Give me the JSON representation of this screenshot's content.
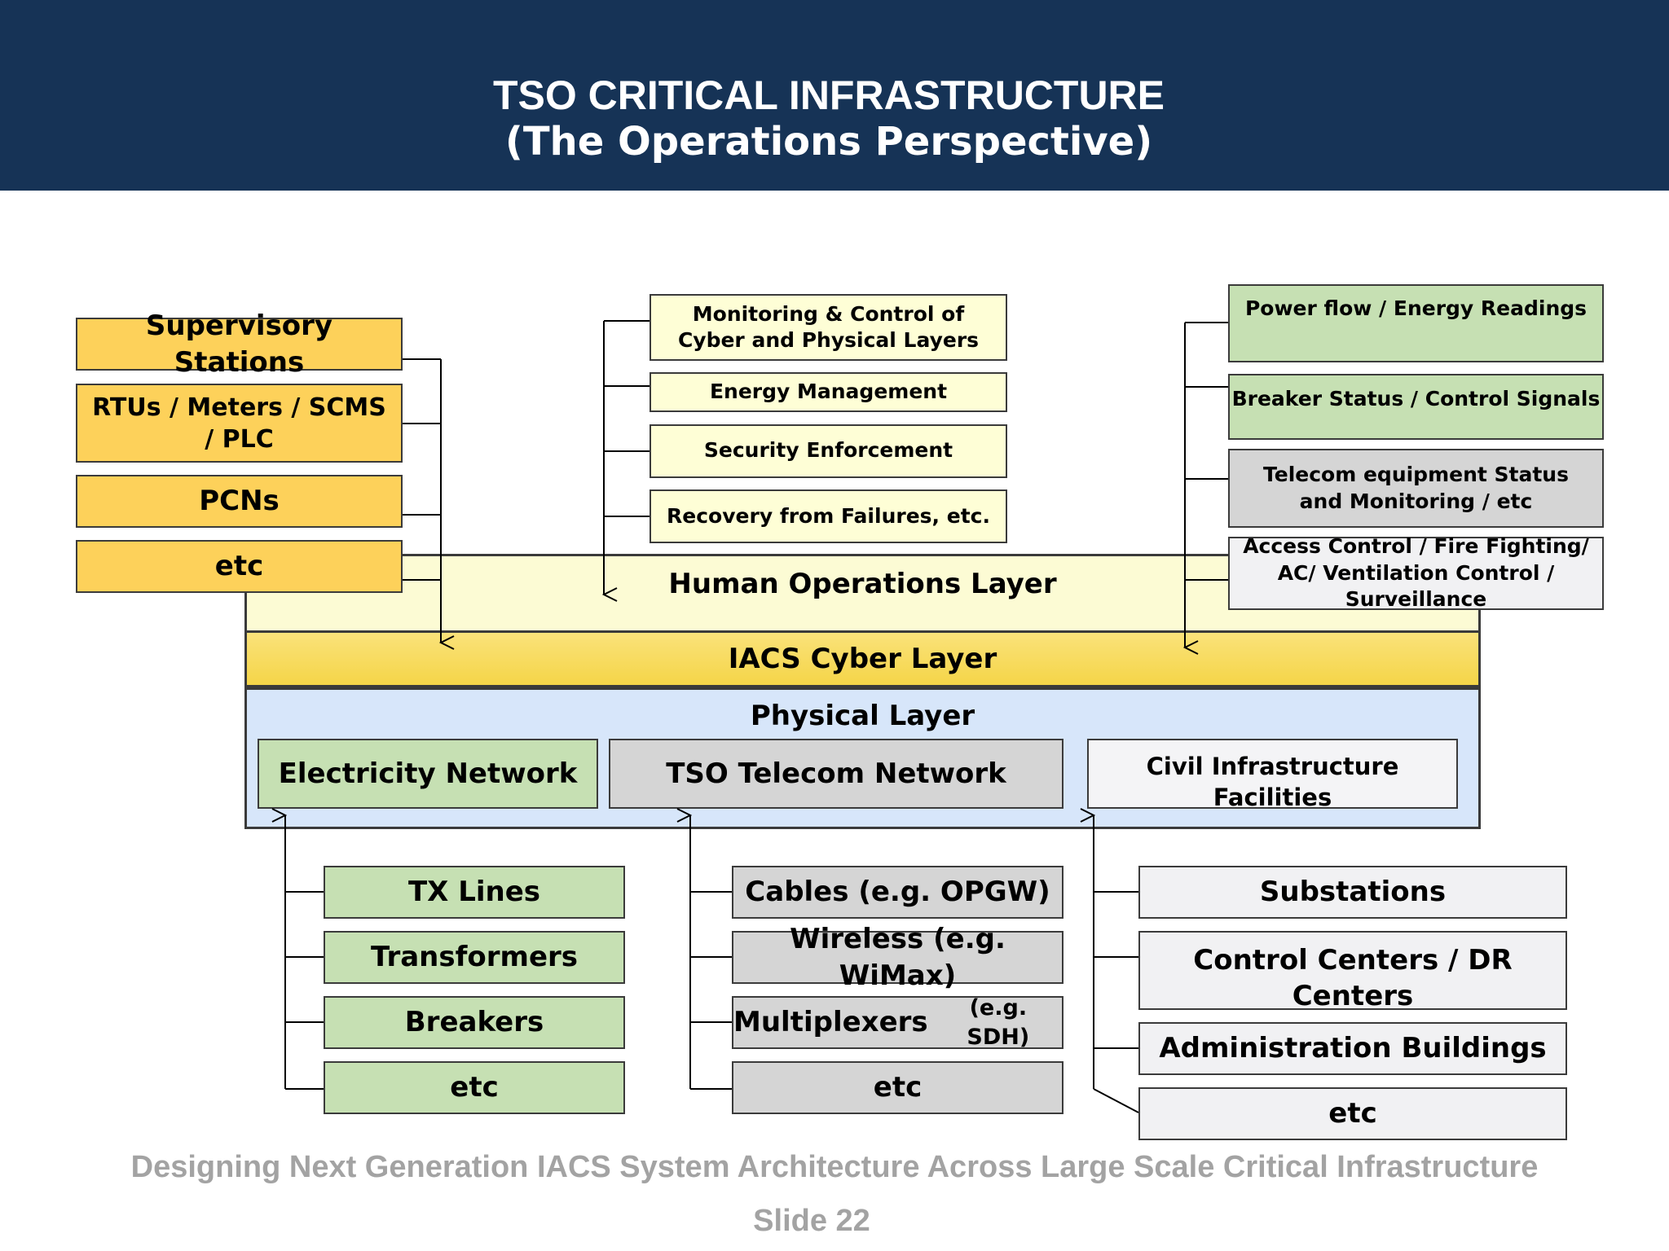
{
  "header": {
    "title": "TSO CRITICAL INFRASTRUCTURE",
    "subtitle": "(The Operations Perspective)"
  },
  "left_group": {
    "items": [
      "Supervisory Stations",
      "RTUs / Meters / SCMS / PLC",
      "PCNs",
      "etc"
    ]
  },
  "center_group": {
    "items": [
      "Monitoring & Control of Cyber and Physical Layers",
      "Energy Management",
      "Security Enforcement",
      "Recovery from Failures, etc."
    ]
  },
  "right_group": {
    "items": [
      "Power flow / Energy Readings",
      "Breaker Status / Control Signals",
      "Telecom equipment Status and Monitoring / etc",
      "Access Control / Fire Fighting/ AC/ Ventilation Control / Surveillance"
    ]
  },
  "layers": {
    "human": "Human Operations Layer",
    "iacs": "IACS Cyber Layer",
    "physical": "Physical Layer",
    "electricity": "Electricity Network",
    "telecom": "TSO Telecom Network",
    "civil": "Civil Infrastructure Facilities"
  },
  "electricity_items": [
    "TX Lines",
    "Transformers",
    "Breakers",
    "etc"
  ],
  "telecom_items": [
    "Cables (e.g. OPGW)",
    "Wireless (e.g. WiMax)",
    "Multiplexers",
    "(e.g. SDH)",
    "etc"
  ],
  "civil_items": [
    "Substations",
    "Control Centers / DR Centers",
    "Administration Buildings",
    "etc"
  ],
  "footer": {
    "text": "Designing Next Generation IACS System Architecture Across Large Scale Critical Infrastructure",
    "slide": "Slide 22"
  },
  "colors": {
    "header_bg": "#163356",
    "orange": "#fdd15a",
    "cream": "#fefed6",
    "green": "#c6e0b3",
    "gray": "#d5d5d5",
    "light_gray": "#f1f1f3",
    "human_layer": "#fcfbd4",
    "iacs_layer": "#f8dc56",
    "physical_layer": "#d7e6fa"
  }
}
